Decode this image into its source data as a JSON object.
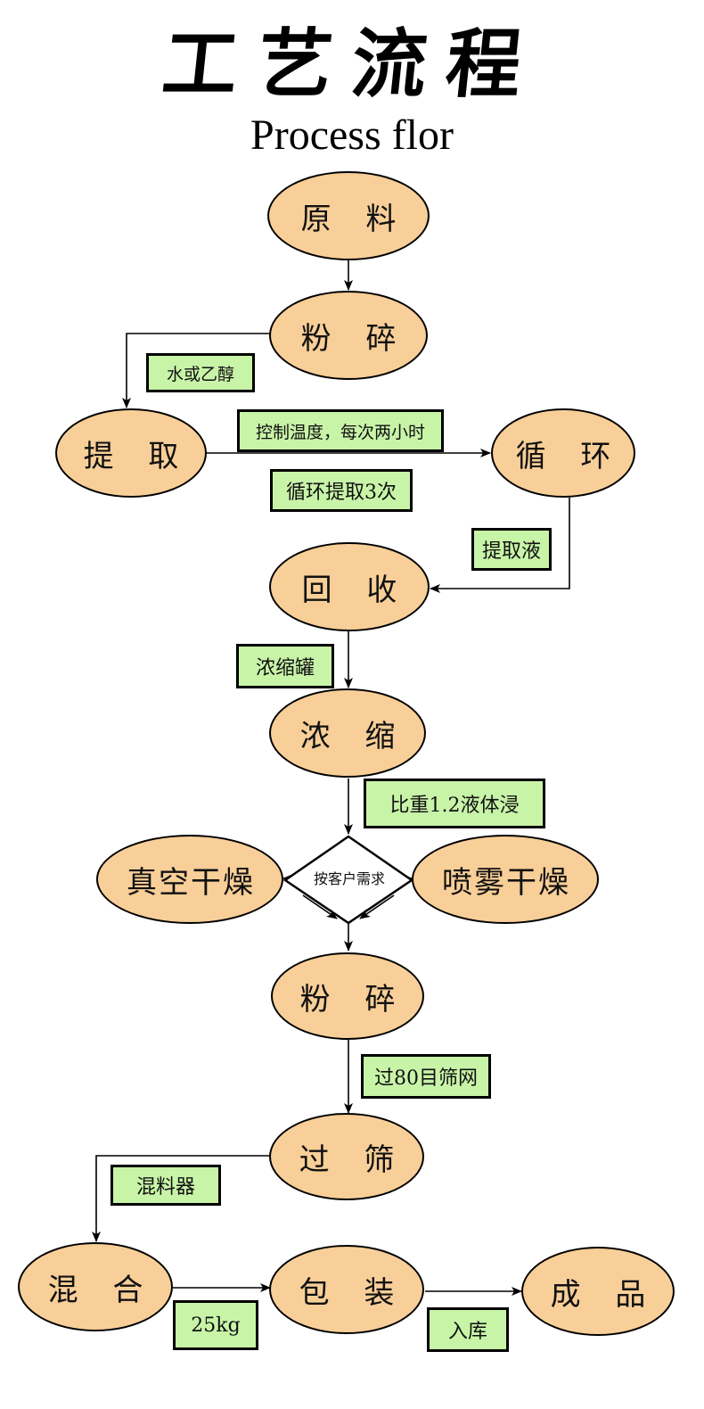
{
  "title": "工艺流程",
  "subtitle": "Process flor",
  "nodes": {
    "raw": "原 料",
    "crush1": "粉 碎",
    "extract": "提 取",
    "cycle": "循 环",
    "recover": "回 收",
    "concentrate": "浓 缩",
    "vacuum_dry": "真空干燥",
    "spray_dry": "喷雾干燥",
    "crush2": "粉 碎",
    "sieve": "过 筛",
    "mix": "混 合",
    "pack": "包 装",
    "product": "成 品"
  },
  "decision": "按客户需求",
  "labels": {
    "water_ethanol": "水或乙醇",
    "temp_control": "控制温度，每次两小时",
    "cycle_extract": "循环提取3次",
    "extract_liquid": "提取液",
    "conc_tank": "浓缩罐",
    "gravity": "比重1.2液体浸",
    "sieve_mesh": "过80目筛网",
    "mixer": "混料器",
    "weight": "25kg",
    "storage": "入库"
  },
  "colors": {
    "node_fill": "#f8cf98",
    "label_fill": "#c8f4a8",
    "stroke": "#000000"
  }
}
